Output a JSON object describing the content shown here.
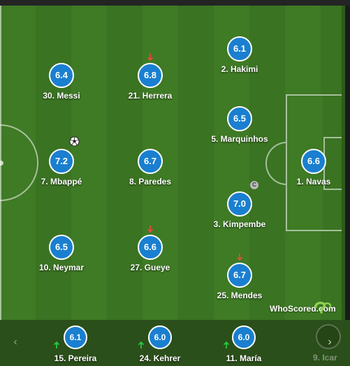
{
  "watermark": "WhoScored.com",
  "pitch_players": [
    {
      "rating": "6.1",
      "name": "2. Hakimi"
    },
    {
      "rating": "6.4",
      "name": "30. Messi"
    },
    {
      "rating": "6.8",
      "name": "21. Herrera",
      "subbed_off": true
    },
    {
      "rating": "6.5",
      "name": "5. Marquinhos"
    },
    {
      "rating": "7.2",
      "name": "7. Mbappé",
      "scored": true
    },
    {
      "rating": "6.7",
      "name": "8. Paredes"
    },
    {
      "rating": "6.6",
      "name": "1. Navas"
    },
    {
      "rating": "7.0",
      "name": "3. Kimpembe",
      "captain_badge": "C"
    },
    {
      "rating": "6.5",
      "name": "10. Neymar"
    },
    {
      "rating": "6.6",
      "name": "27. Gueye",
      "subbed_off": true
    },
    {
      "rating": "6.7",
      "name": "25. Mendes",
      "subbed_off": true
    }
  ],
  "bench": {
    "prev_label": "‹",
    "next_label": "›",
    "players": [
      {
        "rating": "6.1",
        "name": "15. Pereira",
        "subbed_on": true
      },
      {
        "rating": "6.0",
        "name": "24. Kehrer",
        "subbed_on": true
      },
      {
        "rating": "6.0",
        "name": "11. María",
        "subbed_on": true
      }
    ],
    "partial_player": "9. Icar"
  },
  "colors": {
    "rating_bubble": "#1a7fd0",
    "sub_off_arrow": "#e84a3c",
    "sub_on_arrow": "#27c93f"
  }
}
